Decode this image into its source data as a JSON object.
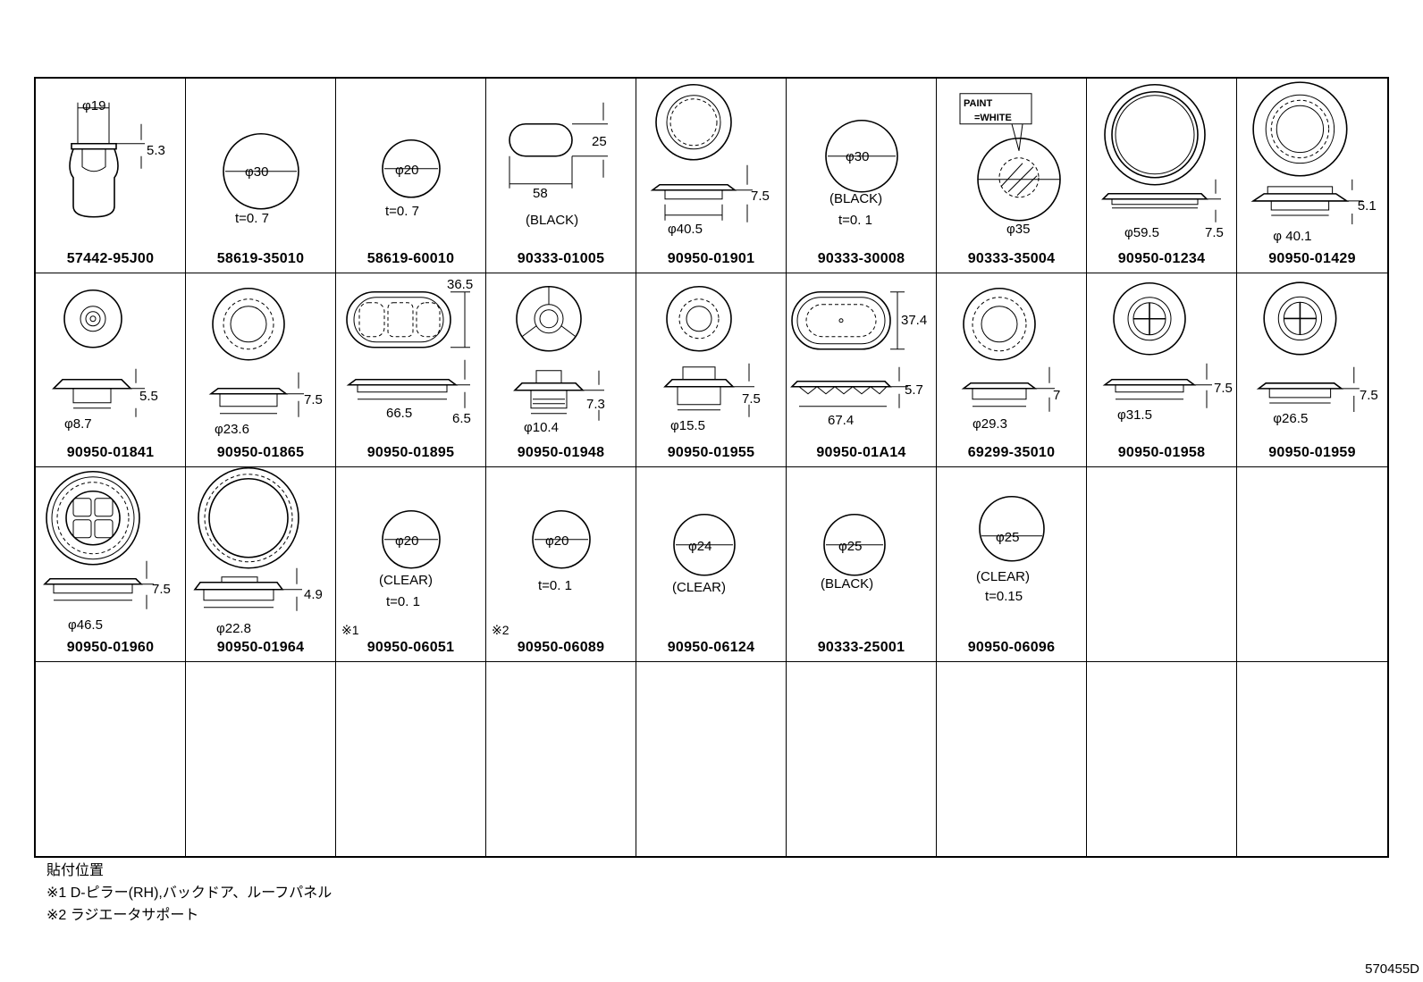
{
  "rows": [
    [
      {
        "part": "57442-95J00",
        "dims": [
          "φ19",
          "5.3"
        ]
      },
      {
        "part": "58619-35010",
        "dims": [
          "φ30"
        ],
        "note": "t=0. 7"
      },
      {
        "part": "58619-60010",
        "dims": [
          "φ20"
        ],
        "note": "t=0. 7"
      },
      {
        "part": "90333-01005",
        "dims": [
          "25",
          "58"
        ],
        "color": "(BLACK)"
      },
      {
        "part": "90950-01901",
        "dims": [
          "7.5",
          "φ40.5"
        ]
      },
      {
        "part": "90333-30008",
        "dims": [
          "φ30"
        ],
        "color": "(BLACK)",
        "note": "t=0. 1"
      },
      {
        "part": "90333-35004",
        "dims": [
          "φ35"
        ],
        "paint": [
          "PAINT",
          "=WHITE"
        ]
      },
      {
        "part": "90950-01234",
        "dims": [
          "φ59.5",
          "7.5"
        ]
      },
      {
        "part": "90950-01429",
        "dims": [
          "5.1",
          "φ 40.1"
        ]
      }
    ],
    [
      {
        "part": "90950-01841",
        "dims": [
          "5.5",
          "φ8.7"
        ]
      },
      {
        "part": "90950-01865",
        "dims": [
          "7.5",
          "φ23.6"
        ]
      },
      {
        "part": "90950-01895",
        "dims": [
          "36.5",
          "66.5",
          "6.5"
        ]
      },
      {
        "part": "90950-01948",
        "dims": [
          "7.3",
          "φ10.4"
        ]
      },
      {
        "part": "90950-01955",
        "dims": [
          "7.5",
          "φ15.5"
        ]
      },
      {
        "part": "90950-01A14",
        "dims": [
          "37.4",
          "5.7",
          "67.4"
        ]
      },
      {
        "part": "69299-35010",
        "dims": [
          "7",
          "φ29.3"
        ]
      },
      {
        "part": "90950-01958",
        "dims": [
          "7.5",
          "φ31.5"
        ]
      },
      {
        "part": "90950-01959",
        "dims": [
          "7.5",
          "φ26.5"
        ]
      }
    ],
    [
      {
        "part": "90950-01960",
        "dims": [
          "7.5",
          "φ46.5"
        ]
      },
      {
        "part": "90950-01964",
        "dims": [
          "4.9",
          "φ22.8"
        ]
      },
      {
        "part": "90950-06051",
        "dims": [
          "φ20"
        ],
        "color": "(CLEAR)",
        "note": "t=0. 1",
        "mark": "※1"
      },
      {
        "part": "90950-06089",
        "dims": [
          "φ20"
        ],
        "note": "t=0. 1",
        "mark": "※2"
      },
      {
        "part": "90950-06124",
        "dims": [
          "φ24"
        ],
        "color": "(CLEAR)"
      },
      {
        "part": "90333-25001",
        "dims": [
          "φ25"
        ],
        "color": "(BLACK)"
      },
      {
        "part": "90950-06096",
        "dims": [
          "φ25"
        ],
        "color": "(CLEAR)",
        "note": "t=0.15"
      }
    ]
  ],
  "notes": {
    "heading": "貼付位置",
    "line1": "※1 D-ピラー(RH),バックドア、ルーフパネル",
    "line2": "※2 ラジエータサポート"
  },
  "code": "570455D"
}
